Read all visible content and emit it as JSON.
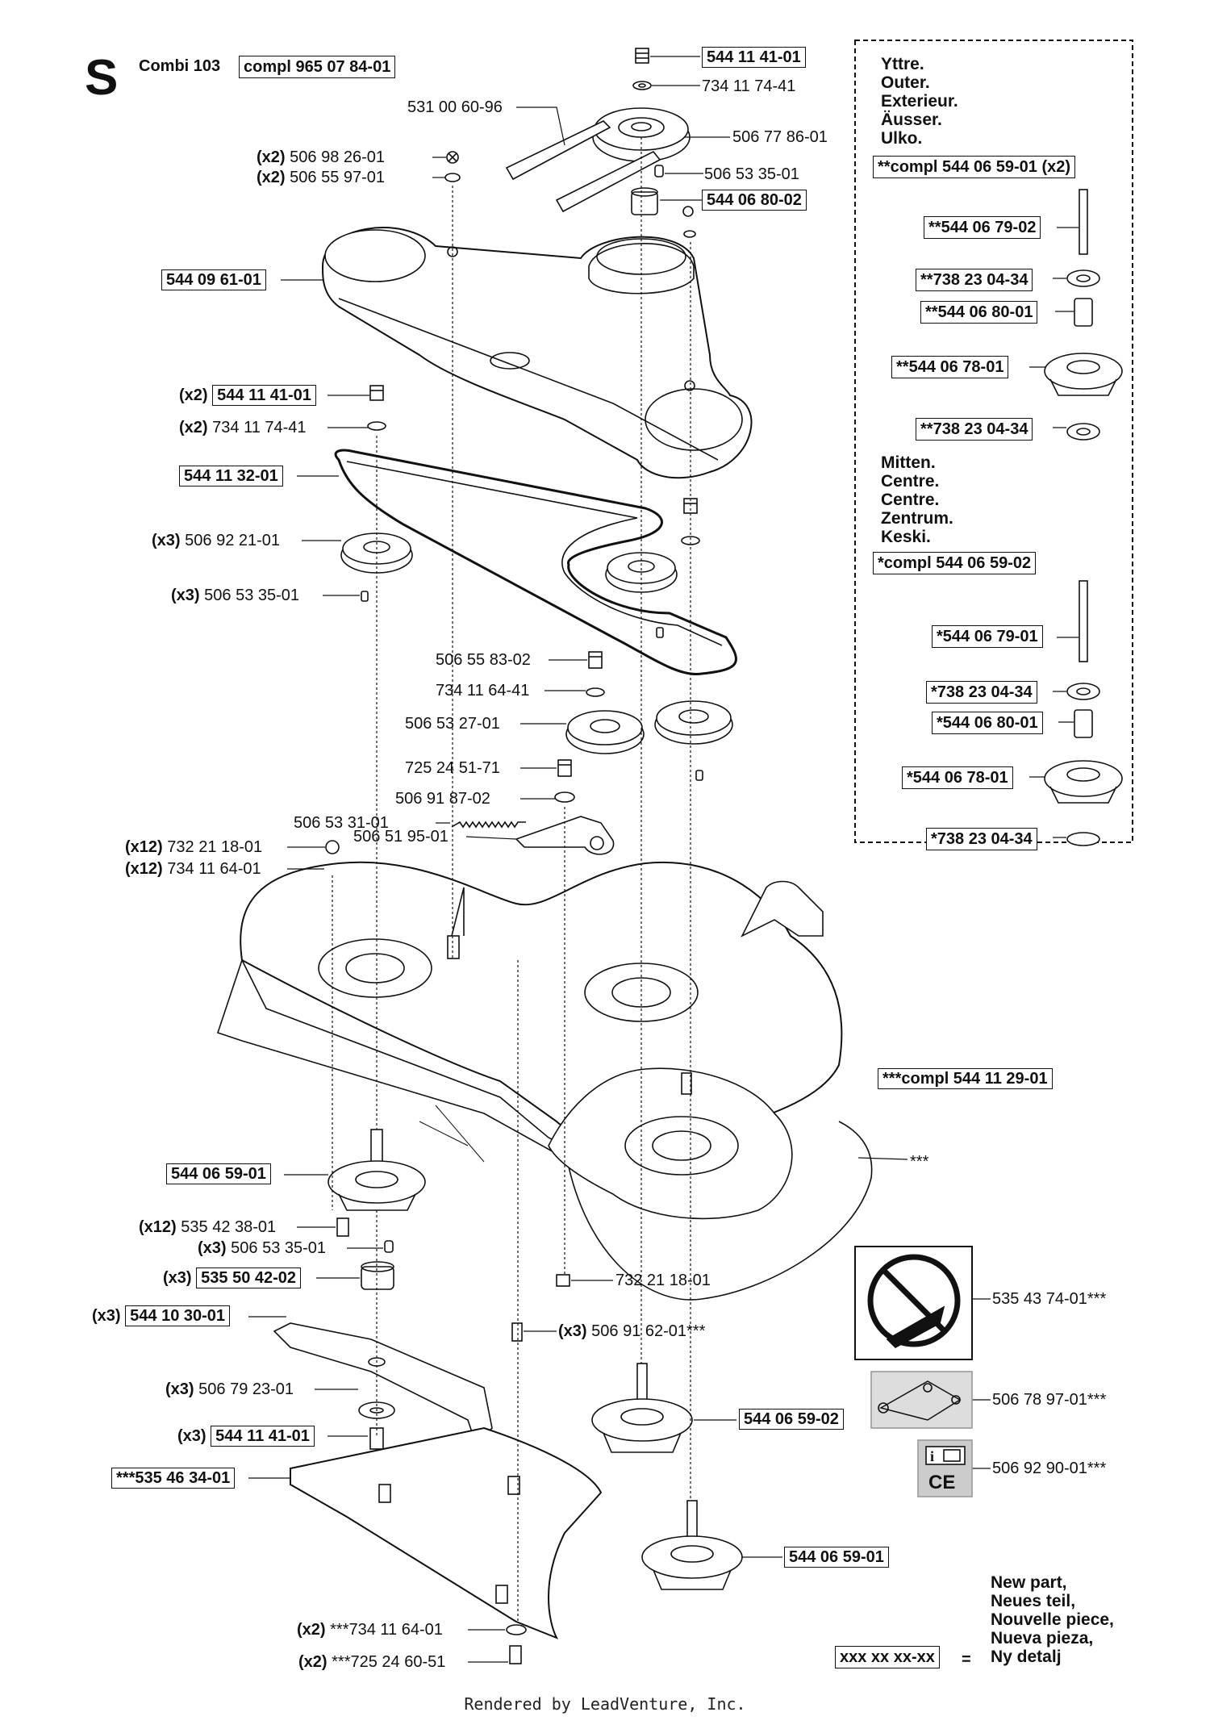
{
  "header": {
    "section_letter": "S",
    "model": "Combi 103",
    "assembly_code": "compl 965 07 84-01"
  },
  "labels": [
    {
      "id": "l1",
      "qty": "",
      "code": "544 11 41-01",
      "boxed": true
    },
    {
      "id": "l2",
      "qty": "",
      "code": "734 11 74-41",
      "boxed": false
    },
    {
      "id": "l3",
      "qty": "",
      "code": "531 00 60-96",
      "boxed": false
    },
    {
      "id": "l4",
      "qty": "",
      "code": "506 77 86-01",
      "boxed": false
    },
    {
      "id": "l5",
      "qty": "(x2)",
      "code": "506 98 26-01",
      "boxed": false
    },
    {
      "id": "l6",
      "qty": "(x2)",
      "code": "506 55 97-01",
      "boxed": false
    },
    {
      "id": "l7",
      "qty": "",
      "code": "506 53 35-01",
      "boxed": false
    },
    {
      "id": "l8",
      "qty": "",
      "code": "544 06 80-02",
      "boxed": true
    },
    {
      "id": "l9",
      "qty": "",
      "code": "544 09 61-01",
      "boxed": true
    },
    {
      "id": "l10",
      "qty": "(x2)",
      "code": "544 11 41-01",
      "boxed": true
    },
    {
      "id": "l11",
      "qty": "(x2)",
      "code": "734 11 74-41",
      "boxed": false
    },
    {
      "id": "l12",
      "qty": "",
      "code": "544 11 32-01",
      "boxed": true
    },
    {
      "id": "l13",
      "qty": "(x3)",
      "code": "506 92 21-01",
      "boxed": false
    },
    {
      "id": "l14",
      "qty": "(x3)",
      "code": "506 53 35-01",
      "boxed": false
    },
    {
      "id": "l15",
      "qty": "",
      "code": "506 55 83-02",
      "boxed": false
    },
    {
      "id": "l16",
      "qty": "",
      "code": "734 11 64-41",
      "boxed": false
    },
    {
      "id": "l17",
      "qty": "",
      "code": "506 53 27-01",
      "boxed": false
    },
    {
      "id": "l18",
      "qty": "",
      "code": "725 24 51-71",
      "boxed": false
    },
    {
      "id": "l19",
      "qty": "",
      "code": "506 91 87-02",
      "boxed": false
    },
    {
      "id": "l20",
      "qty": "",
      "code": "506 53 31-01",
      "boxed": false
    },
    {
      "id": "l21",
      "qty": "(x12)",
      "code": "732 21 18-01",
      "boxed": false
    },
    {
      "id": "l22",
      "qty": "(x12)",
      "code": "734 11 64-01",
      "boxed": false
    },
    {
      "id": "l23",
      "qty": "",
      "code": "506 51 95-01",
      "boxed": false
    },
    {
      "id": "l24",
      "qty": "",
      "code": "544 06 59-01",
      "boxed": true
    },
    {
      "id": "l25",
      "qty": "(x12)",
      "code": "535 42 38-01",
      "boxed": false
    },
    {
      "id": "l26",
      "qty": "(x3)",
      "code": "506 53 35-01",
      "boxed": false
    },
    {
      "id": "l27",
      "qty": "(x3)",
      "code": "535 50 42-02",
      "boxed": true
    },
    {
      "id": "l28",
      "qty": "",
      "code": "732 21 18-01",
      "boxed": false
    },
    {
      "id": "l29",
      "qty": "(x3)",
      "code": "544 10 30-01",
      "boxed": true
    },
    {
      "id": "l30",
      "qty": "(x3)",
      "code": "506 91 62-01***",
      "boxed": false
    },
    {
      "id": "l31",
      "qty": "(x3)",
      "code": "506 79 23-01",
      "boxed": false
    },
    {
      "id": "l32",
      "qty": "",
      "code": "544 06 59-02",
      "boxed": true
    },
    {
      "id": "l33",
      "qty": "(x3)",
      "code": "544 11 41-01",
      "boxed": true
    },
    {
      "id": "l34",
      "qty": "",
      "code": "***535 46 34-01",
      "boxed": true
    },
    {
      "id": "l35",
      "qty": "",
      "code": "544 06 59-01",
      "boxed": true
    },
    {
      "id": "l36",
      "qty": "(x2)",
      "code": "***734 11 64-01",
      "boxed": false
    },
    {
      "id": "l37",
      "qty": "(x2)",
      "code": "***725 24 60-51",
      "boxed": false
    },
    {
      "id": "l38",
      "qty": "",
      "code": "***compl 544 11 29-01",
      "boxed": true
    },
    {
      "id": "l39",
      "qty": "",
      "code": "***",
      "boxed": false
    },
    {
      "id": "l40",
      "qty": "",
      "code": "535 43 74-01***",
      "boxed": false
    },
    {
      "id": "l41",
      "qty": "",
      "code": "506 78 97-01***",
      "boxed": false
    },
    {
      "id": "l42",
      "qty": "",
      "code": "506 92 90-01***",
      "boxed": false
    }
  ],
  "inset": {
    "outer_title": [
      "Yttre.",
      "Outer.",
      "Exterieur.",
      "Äusser.",
      "Ulko."
    ],
    "outer_compl": "**compl 544 06 59-01 (x2)",
    "outer_parts": [
      "**544 06 79-02",
      "**738 23 04-34",
      "**544 06 80-01",
      "**544 06 78-01",
      "**738 23 04-34"
    ],
    "centre_title": [
      "Mitten.",
      "Centre.",
      "Centre.",
      "Zentrum.",
      "Keski."
    ],
    "centre_compl": "*compl 544 06 59-02",
    "centre_parts": [
      "*544 06 79-01",
      "*738 23 04-34",
      "*544 06 80-01",
      "*544 06 78-01",
      "*738 23 04-34"
    ]
  },
  "legend": {
    "lines": [
      "New part,",
      "Neues teil,",
      "Nouvelle piece,",
      "Nueva pieza,",
      "Ny detalj"
    ],
    "code_sample": "xxx xx xx-xx",
    "equals": "="
  },
  "decal_texts": {
    "ce_mark": "CE",
    "info_mark": "i"
  },
  "watermark": "LEADVENTURE",
  "footer": "Rendered by LeadVenture, Inc."
}
